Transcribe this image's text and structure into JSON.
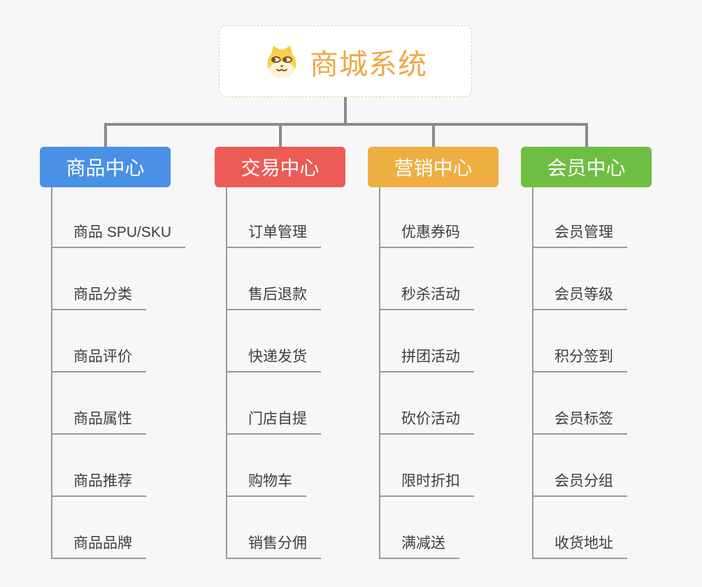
{
  "canvas": {
    "background": "#f7f7f7"
  },
  "root": {
    "title": "商城系统",
    "icon": "dog-face-icon",
    "title_color": "#f0a843",
    "border_color": "#efc690",
    "fill": "#ffffff"
  },
  "connectors": {
    "trunk_color": "#8b8b8b",
    "branch_line_color": "#999999"
  },
  "item_text_color": "#3a3f44",
  "branches": [
    {
      "label": "商品中心",
      "color": "#4a90e6",
      "items": [
        "商品 SPU/SKU",
        "商品分类",
        "商品评价",
        "商品属性",
        "商品推荐",
        "商品品牌"
      ]
    },
    {
      "label": "交易中心",
      "color": "#ec5b56",
      "items": [
        "订单管理",
        "售后退款",
        "快递发货",
        "门店自提",
        "购物车",
        "销售分佣"
      ]
    },
    {
      "label": "营销中心",
      "color": "#efae41",
      "items": [
        "优惠券码",
        "秒杀活动",
        "拼团活动",
        "砍价活动",
        "限时折扣",
        "满减送"
      ]
    },
    {
      "label": "会员中心",
      "color": "#6fbe44",
      "items": [
        "会员管理",
        "会员等级",
        "积分签到",
        "会员标签",
        "会员分组",
        "收货地址"
      ]
    }
  ]
}
